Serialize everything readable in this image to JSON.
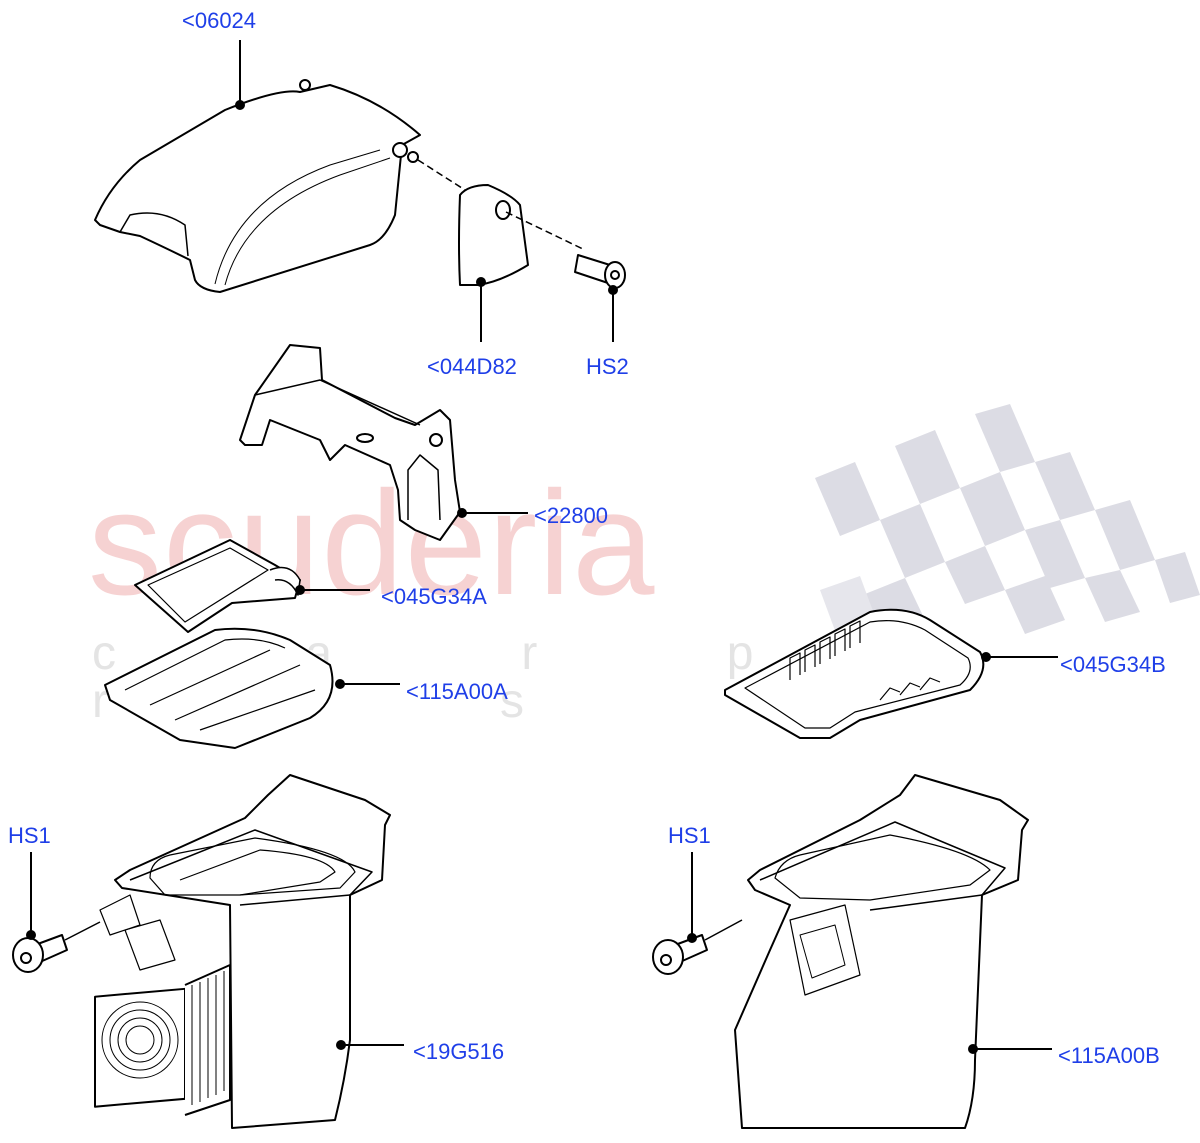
{
  "diagram": {
    "type": "exploded parts diagram",
    "subject": "Centre console armrest / cool box assembly",
    "colors": {
      "label": "#1f3fe8",
      "line": "#000000",
      "watermark_text": "#f6d2d2",
      "watermark_checker": "#dcdce4"
    }
  },
  "watermark": {
    "brand": "scuderia",
    "sub": "c a r p a r t s"
  },
  "callouts": [
    {
      "id": "c1",
      "label": "<06024",
      "part": "armrest-lid"
    },
    {
      "id": "c2",
      "label": "<044D82",
      "part": "hinge-cover"
    },
    {
      "id": "c3",
      "label": "HS2",
      "part": "hinge-screw"
    },
    {
      "id": "c4",
      "label": "<22800",
      "part": "lid-hinge-bracket"
    },
    {
      "id": "c5",
      "label": "<045G34A",
      "part": "mat-small"
    },
    {
      "id": "c6",
      "label": "<115A00A",
      "part": "tray-insert"
    },
    {
      "id": "c7",
      "label": "<045G34B",
      "part": "mat-large"
    },
    {
      "id": "c8",
      "label": "HS1",
      "part": "screw-left"
    },
    {
      "id": "c9",
      "label": "<19G516",
      "part": "cool-box-with-fan"
    },
    {
      "id": "c10",
      "label": "HS1",
      "part": "screw-right"
    },
    {
      "id": "c11",
      "label": "<115A00B",
      "part": "storage-bin"
    }
  ]
}
